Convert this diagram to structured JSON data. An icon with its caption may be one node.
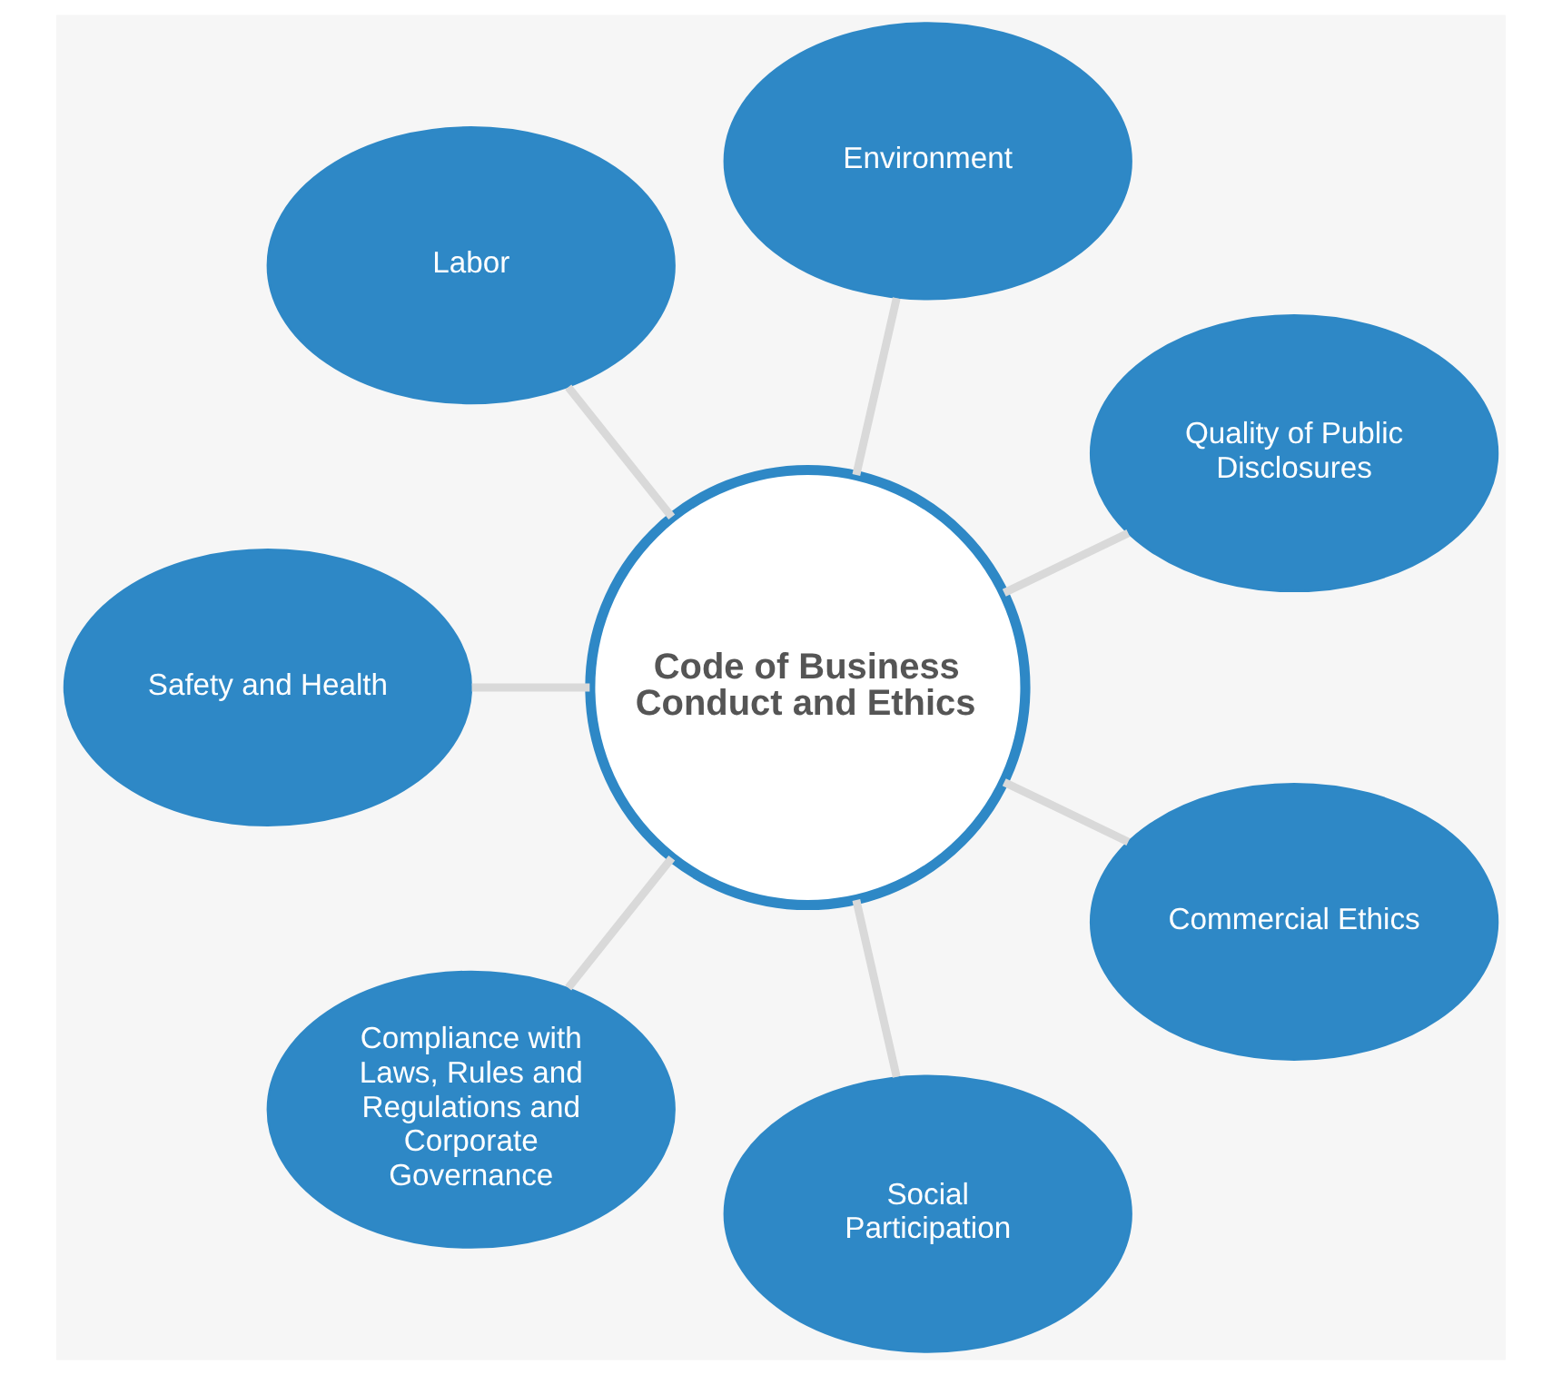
{
  "diagram": {
    "nodes": [
      {
        "text": [
          "Code of Business Conduct and Ethics"
        ]
      },
      {
        "text": [
          "Quality of Public Disclosures"
        ]
      },
      {
        "text": [
          "Environment"
        ]
      },
      {
        "text": [
          "Labor"
        ]
      },
      {
        "text": [
          "Safety and Health"
        ]
      },
      {
        "text": [
          "Compliance with Laws, Rules and Regulations and Corporate Governance"
        ]
      },
      {
        "text": [
          "Social Participation"
        ]
      },
      {
        "text": [
          "Commercial Ethics"
        ]
      }
    ],
    "edges": [
      {
        "from": 0,
        "to": 1,
        "arrow": "none"
      },
      {
        "from": 0,
        "to": 2,
        "arrow": "none"
      },
      {
        "from": 0,
        "to": 3,
        "arrow": "none"
      },
      {
        "from": 0,
        "to": 4,
        "arrow": "none"
      },
      {
        "from": 0,
        "to": 5,
        "arrow": "none"
      },
      {
        "from": 0,
        "to": 6,
        "arrow": "none"
      },
      {
        "from": 0,
        "to": 7,
        "arrow": "none"
      }
    ]
  }
}
